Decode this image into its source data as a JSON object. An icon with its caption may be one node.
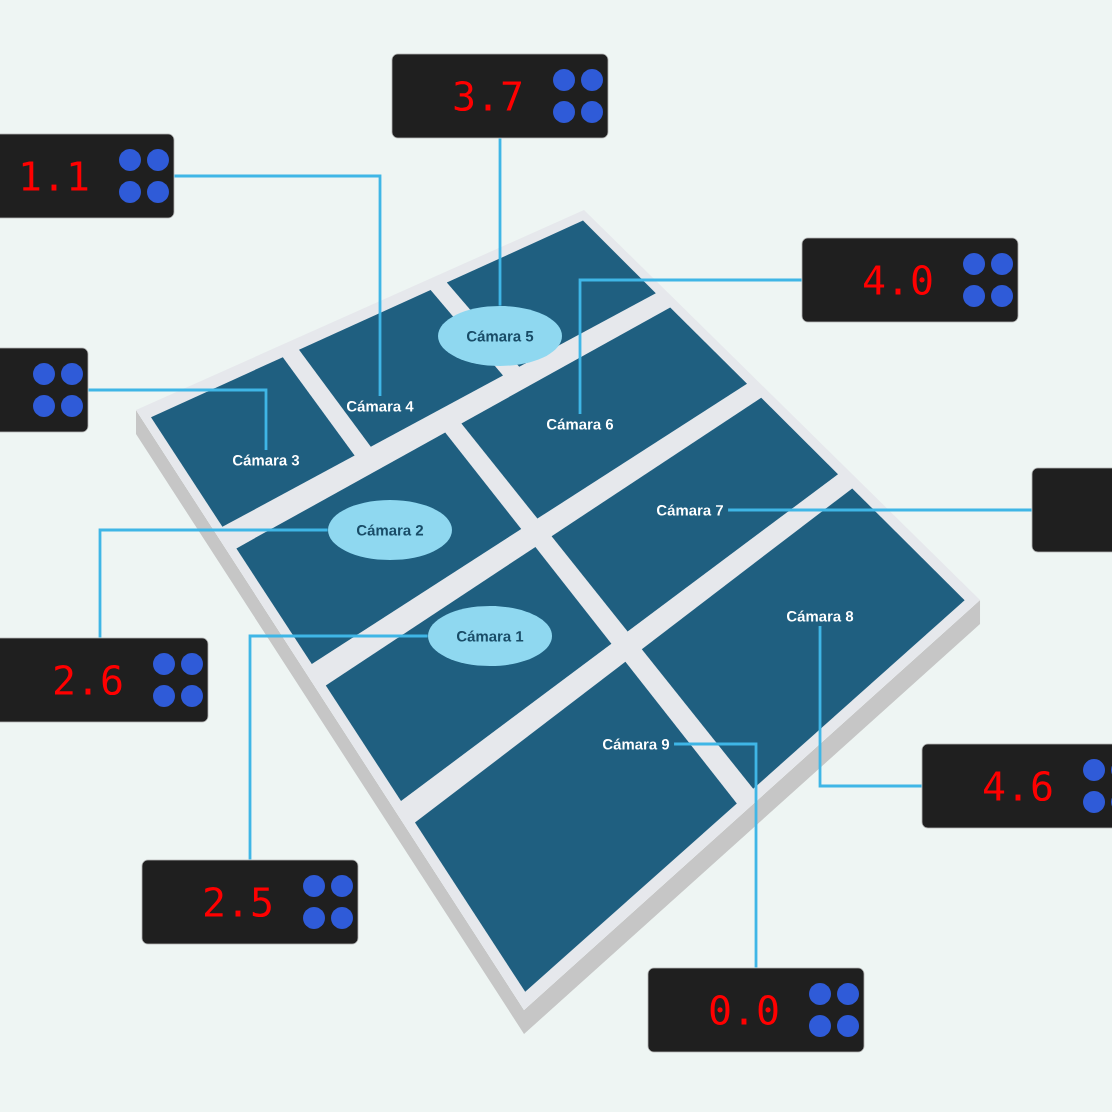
{
  "diagram": {
    "nodes": [
      {
        "text": [
          "3.7"
        ]
      },
      {
        "text": [
          "1.1"
        ]
      },
      {
        "text": [
          "4.0"
        ]
      },
      {
        "text": [],
        "shape": "box"
      },
      {
        "text": [],
        "shape": "box"
      },
      {
        "text": [
          "2.6"
        ]
      },
      {
        "text": [
          "4.6"
        ]
      },
      {
        "text": [
          "2.5"
        ]
      },
      {
        "text": [
          "0.0"
        ]
      },
      {
        "text": [
          "Cámara 1"
        ]
      },
      {
        "text": [
          "Cámara 2"
        ]
      },
      {
        "text": [
          "Cámara 3"
        ]
      },
      {
        "text": [
          "Cámara 4"
        ]
      },
      {
        "text": [
          "Cámara 5"
        ]
      },
      {
        "text": [
          "Cámara 6"
        ]
      },
      {
        "text": [
          "Cámara 7"
        ]
      },
      {
        "text": [
          "Cámara 8"
        ]
      },
      {
        "text": [
          "Cámara 9"
        ]
      }
    ],
    "edges": [
      {
        "from": 0,
        "to": 13,
        "arrow": "none"
      },
      {
        "from": 1,
        "to": 12,
        "arrow": "none"
      },
      {
        "from": 2,
        "to": 14,
        "arrow": "none"
      },
      {
        "from": 3,
        "to": 11,
        "arrow": "none"
      },
      {
        "from": 4,
        "to": 15,
        "arrow": "none"
      },
      {
        "from": 5,
        "to": 10,
        "arrow": "none"
      },
      {
        "from": 6,
        "to": 16,
        "arrow": "none"
      },
      {
        "from": 7,
        "to": 9,
        "arrow": "none"
      },
      {
        "from": 8,
        "to": 17,
        "arrow": "none"
      }
    ]
  }
}
